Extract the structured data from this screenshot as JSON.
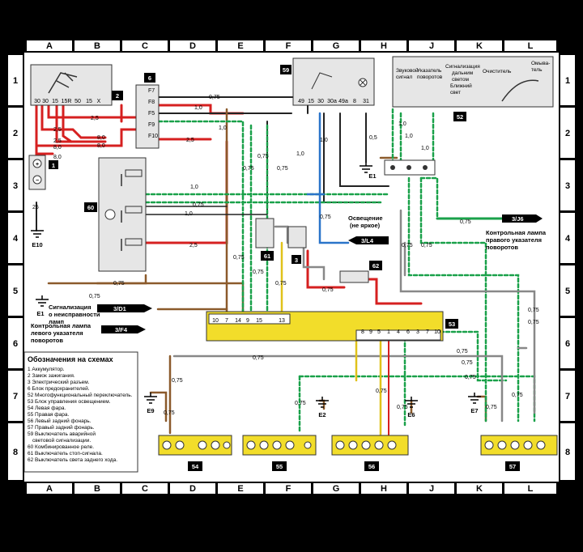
{
  "grid": {
    "cols": [
      "A",
      "B",
      "C",
      "D",
      "E",
      "F",
      "G",
      "H",
      "J",
      "K",
      "L"
    ],
    "rows": [
      "1",
      "2",
      "3",
      "4",
      "5",
      "6",
      "7",
      "8"
    ]
  },
  "legend": {
    "title": "Обозначения на схемах",
    "items": [
      "1 Аккумулятор.",
      "2 Замок зажигания.",
      "3 Электрический разъем.",
      "6 Блок предохранителей.",
      "52 Многофункциональный переключатель.",
      "53 Блок управления освещением.",
      "54 Левая фара.",
      "55 Правая фара.",
      "56 Левый задний фонарь.",
      "57 Правый задний фонарь.",
      "59 Выключатель аварийной",
      "световой сигнализации.",
      "60 Комбинированное реле.",
      "61 Выключатель стоп-сигнала.",
      "62 Выключатель света заднего хода."
    ]
  },
  "components": {
    "c1": "1",
    "c2": "2",
    "c3": "3",
    "c6": "6",
    "c52": "52",
    "c53": "53",
    "c54": "54",
    "c55": "55",
    "c56": "56",
    "c57": "57",
    "c59": "59",
    "c60": "60",
    "c61": "61",
    "c62": "62"
  },
  "fuses": [
    "F7",
    "F8",
    "F5",
    "F9",
    "F10"
  ],
  "grounds": [
    "E10",
    "E1",
    "E1",
    "E9",
    "E2",
    "E6",
    "E7"
  ],
  "refs": [
    "3/D1",
    "3/F4",
    "3/L4",
    "3/J6"
  ],
  "labels": {
    "signal_fail_1": "Сигнализация",
    "signal_fail_2": "о неисправности",
    "signal_fail_3": "ламп",
    "left_turn_1": "Контрольная лампа",
    "left_turn_2": "левого указателя",
    "left_turn_3": "поворотов",
    "right_turn_1": "Контрольная лампа",
    "right_turn_2": "правого указателя",
    "right_turn_3": "поворотов",
    "light_1": "Освещение",
    "light_2": "(не яркое)",
    "sw52_a": "Звуковой",
    "sw52_b": "сигнал",
    "sw52_c": "Указатель",
    "sw52_d": "поворотов",
    "sw52_e": "Сигнализация",
    "sw52_f": "дальним",
    "sw52_g": "светом",
    "sw52_h": "Ближний",
    "sw52_i": "свет",
    "sw52_j": "Очиститель",
    "sw52_k": "Омыва-",
    "sw52_l": "тель"
  },
  "wire_sizes": {
    "w25": "2,5",
    "w8": "8,0",
    "w075": "0,75",
    "w10": "1,0",
    "w05": "0,5",
    "w25b": "25"
  },
  "pins": {
    "c2": [
      "30",
      "30",
      "15",
      "15R",
      "50",
      "15",
      "X"
    ],
    "c59": [
      "49",
      "15",
      "30",
      "30a",
      "49a",
      "8",
      "31"
    ],
    "c53a": [
      "10",
      "7",
      "14",
      "9",
      "15",
      "13"
    ],
    "c53b": [
      "8",
      "9",
      "5",
      "1",
      "4",
      "6",
      "3",
      "7",
      "10"
    ]
  }
}
